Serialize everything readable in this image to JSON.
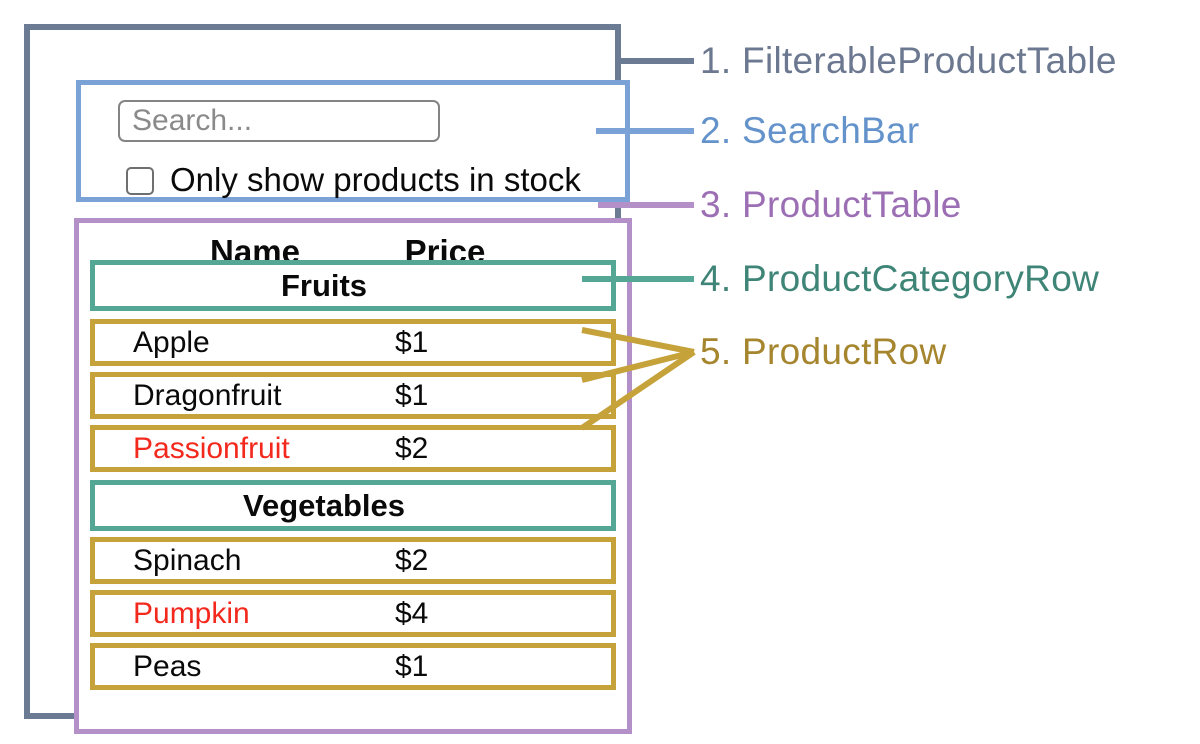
{
  "diagram": {
    "search_bar": {
      "input_placeholder": "Search...",
      "checkbox_label": "Only show products in stock",
      "checkbox_checked": false
    },
    "table": {
      "headers": [
        "Name",
        "Price"
      ],
      "sections": [
        {
          "category": "Fruits",
          "products": [
            {
              "name": "Apple",
              "price": "$1",
              "highlighted_red": false
            },
            {
              "name": "Dragonfruit",
              "price": "$1",
              "highlighted_red": false
            },
            {
              "name": "Passionfruit",
              "price": "$2",
              "highlighted_red": true
            }
          ]
        },
        {
          "category": "Vegetables",
          "products": [
            {
              "name": "Spinach",
              "price": "$2",
              "highlighted_red": false
            },
            {
              "name": "Pumpkin",
              "price": "$4",
              "highlighted_red": true
            },
            {
              "name": "Peas",
              "price": "$1",
              "highlighted_red": false
            }
          ]
        }
      ]
    }
  },
  "legend": {
    "items": [
      {
        "label": "1. FilterableProductTable",
        "color": "#6B7890"
      },
      {
        "label": "2. SearchBar",
        "color": "#6493CB"
      },
      {
        "label": "3. ProductTable",
        "color": "#9C6FB5"
      },
      {
        "label": "4. ProductCategoryRow",
        "color": "#3F8577"
      },
      {
        "label": "5. ProductRow",
        "color": "#A5852D"
      }
    ]
  },
  "colors": {
    "outer_border": "#6B7B94",
    "search_bar_border": "#7BA2D7",
    "product_table_border": "#B390C8",
    "category_row_border": "#55A795",
    "product_row_border": "#C6A23B",
    "out_of_stock_text": "#F3291D"
  }
}
